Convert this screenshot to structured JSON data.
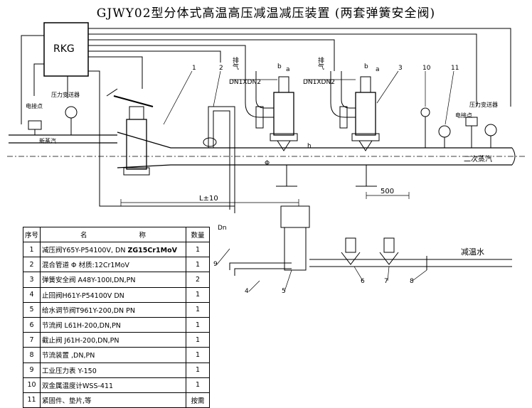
{
  "title": "GJWY02型分体式高温高压减温减压装置  (两套弹簧安全阀)",
  "diagram": {
    "rkg": "RKG",
    "exhaust": "排气",
    "dn_label": "DN1XDN2",
    "b": "b",
    "a": "a",
    "h": "h",
    "phi": "Φ",
    "dn": "Dn",
    "electric_contact": "电接点",
    "pressure_transmitter": "压力变送器",
    "new_steam": "新蒸汽",
    "secondary_steam": "二次蒸汽",
    "desuperheating_water": "减温水",
    "length": "L±10",
    "dim_500": "500",
    "callouts": [
      "1",
      "2",
      "3",
      "4",
      "5",
      "6",
      "7",
      "8",
      "9",
      "10",
      "11"
    ]
  },
  "table": {
    "headers": [
      "序号",
      "名",
      "称",
      "数量"
    ],
    "rows": [
      {
        "no": "1",
        "name": "减压阀Y65Y-P54100V, DN",
        "extra": "ZG15Cr1MoV",
        "qty": "1"
      },
      {
        "no": "2",
        "name": "混合管道  Φ  材质:12Cr1MoV",
        "extra": "",
        "qty": "1"
      },
      {
        "no": "3",
        "name": "弹簧安全阀  A48Y-100I,DN,PN",
        "extra": "",
        "qty": "2"
      },
      {
        "no": "4",
        "name": "止回阀H61Y-P54100V  DN",
        "extra": "",
        "qty": "1"
      },
      {
        "no": "5",
        "name": "给水调节阀T961Y-200,DN PN",
        "extra": "",
        "qty": "1"
      },
      {
        "no": "6",
        "name": "节流阀  L61H-200,DN,PN",
        "extra": "",
        "qty": "1"
      },
      {
        "no": "7",
        "name": "截止阀  J61H-200,DN,PN",
        "extra": "",
        "qty": "1"
      },
      {
        "no": "8",
        "name": "节流装置  ,DN,PN",
        "extra": "",
        "qty": "1"
      },
      {
        "no": "9",
        "name": "工业压力表 Y-150",
        "extra": "",
        "qty": "1"
      },
      {
        "no": "10",
        "name": "双金属温度计WSS-411",
        "extra": "",
        "qty": "1"
      },
      {
        "no": "11",
        "name": "紧固件、垫片,等",
        "extra": "",
        "qty": "按需"
      }
    ]
  }
}
